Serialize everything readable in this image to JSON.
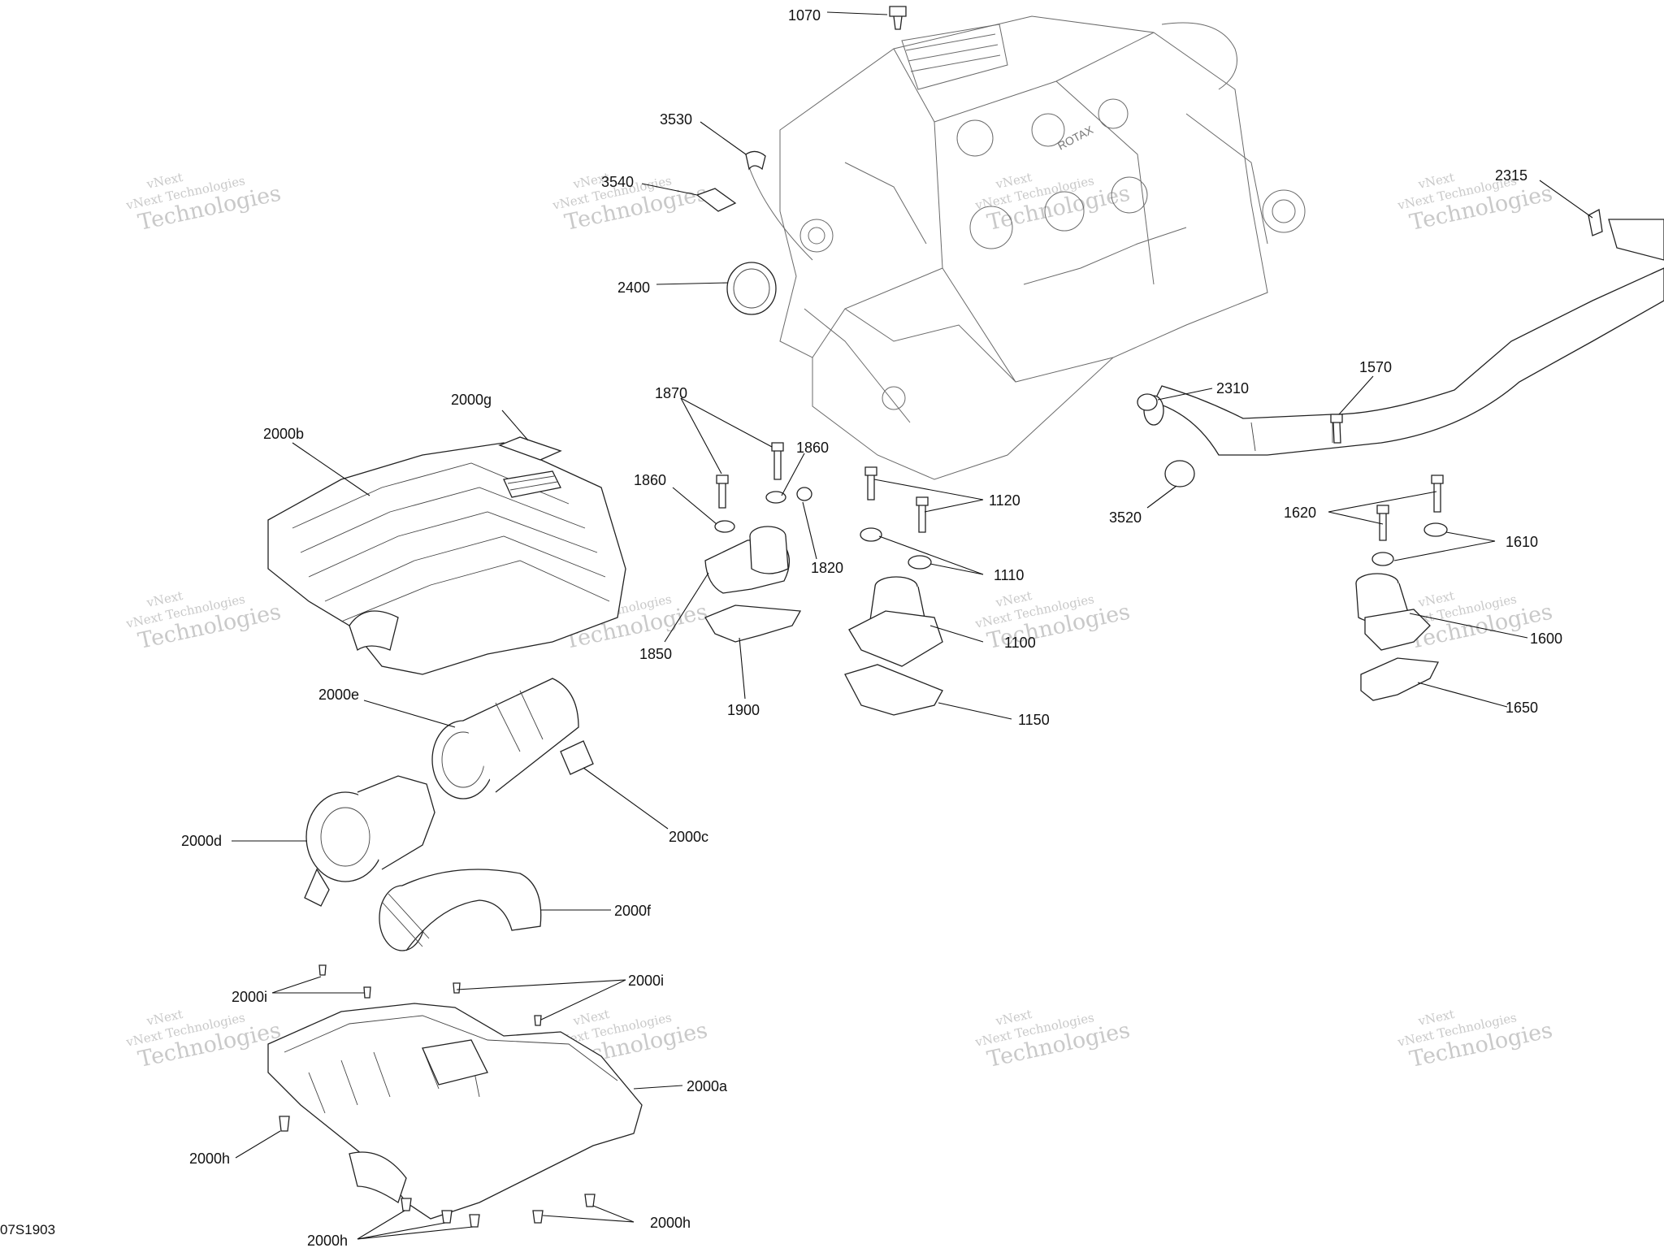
{
  "diagram_code": "07S1903",
  "watermark": {
    "line1": "vNext Technologies",
    "line2": "Technologies",
    "brand": "vNext"
  },
  "labels": {
    "p1070": "1070",
    "p3530": "3530",
    "p3540": "3540",
    "p2400": "2400",
    "p2315": "2315",
    "p1570": "1570",
    "p2310": "2310",
    "p3520": "3520",
    "p2000g": "2000g",
    "p2000b": "2000b",
    "p1870": "1870",
    "p1860a": "1860",
    "p1860b": "1860",
    "p1820": "1820",
    "p1850": "1850",
    "p1900": "1900",
    "p1120": "1120",
    "p1110": "1110",
    "p1100": "1100",
    "p1150": "1150",
    "p1620": "1620",
    "p1610": "1610",
    "p1600": "1600",
    "p1650": "1650",
    "p2000e": "2000e",
    "p2000c": "2000c",
    "p2000d": "2000d",
    "p2000f": "2000f",
    "p2000i_a": "2000i",
    "p2000i_b": "2000i",
    "p2000a": "2000a",
    "p2000h_a": "2000h",
    "p2000h_b": "2000h",
    "p2000h_c": "2000h",
    "engine_brand": "ROTAX"
  }
}
